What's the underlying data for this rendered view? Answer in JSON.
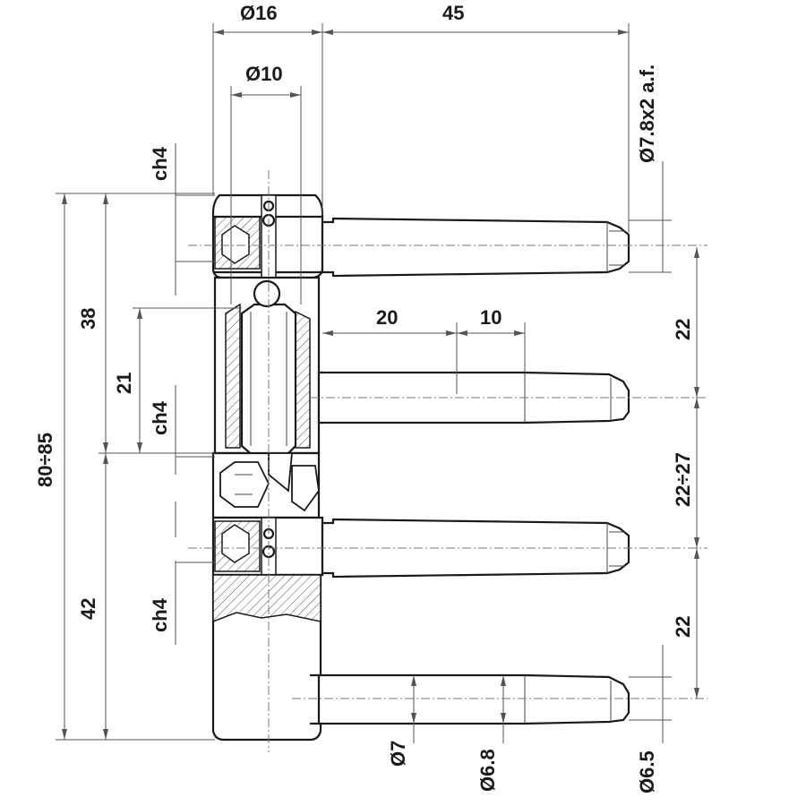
{
  "dimensions": {
    "d_head": "Ø16",
    "length_top": "45",
    "d_pin": "Ø10",
    "across_flats": "Ø7.8x2 a.f.",
    "ch4_1": "ch4",
    "ch4_2": "ch4",
    "ch4_3": "ch4",
    "total_height": "80÷85",
    "upper_height": "38",
    "inner_height": "21",
    "lower_height": "42",
    "length_20": "20",
    "length_10": "10",
    "spacing_top": "22",
    "spacing_mid": "22÷27",
    "spacing_bottom": "22",
    "d_7": "Ø7",
    "d_6_8": "Ø6.8",
    "d_6_5": "Ø6.5"
  }
}
